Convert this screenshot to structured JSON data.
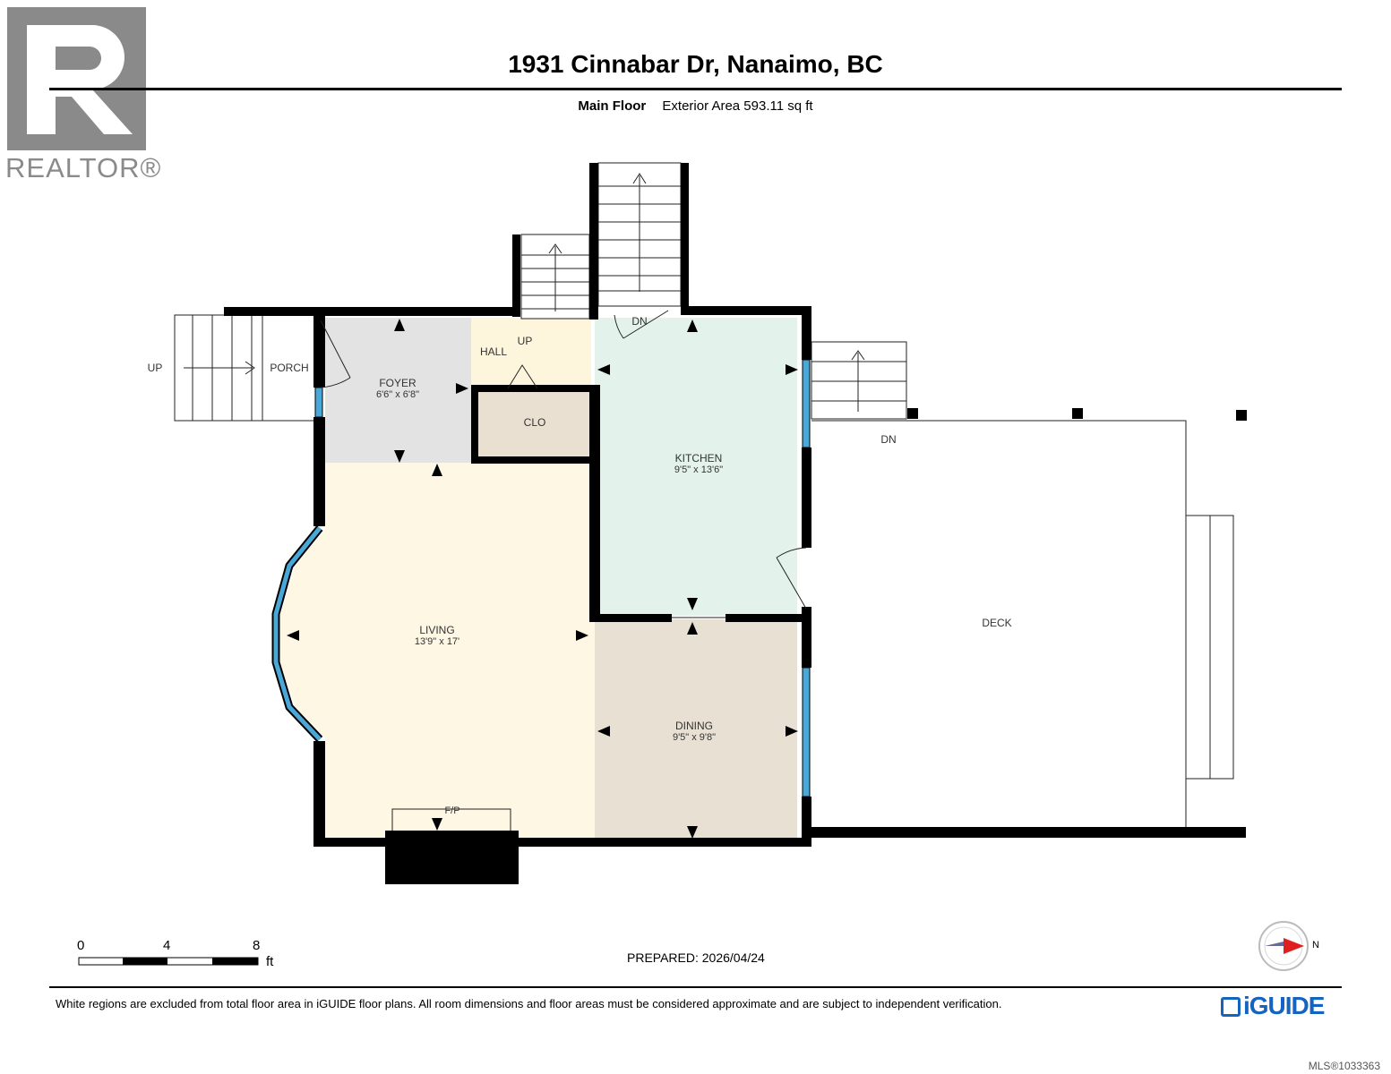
{
  "header": {
    "title": "1931 Cinnabar Dr, Nanaimo, BC",
    "floor_label": "Main Floor",
    "area_text": "Exterior Area 593.11 sq ft"
  },
  "logo": {
    "brand": "REALTOR®"
  },
  "rooms": {
    "foyer": {
      "name": "FOYER",
      "dims": "6'6\" x 6'8\""
    },
    "hall": {
      "name": "HALL"
    },
    "clo": {
      "name": "CLO"
    },
    "kitchen": {
      "name": "KITCHEN",
      "dims": "9'5\" x 13'6\""
    },
    "living": {
      "name": "LIVING",
      "dims": "13'9\" x 17'"
    },
    "dining": {
      "name": "DINING",
      "dims": "9'5\" x 9'8\""
    },
    "porch": {
      "name": "PORCH"
    },
    "deck": {
      "name": "DECK"
    }
  },
  "labels": {
    "up_left": "UP",
    "up_hall": "UP",
    "dn_top": "DN",
    "dn_deck": "DN",
    "fp": "F/P"
  },
  "scale": {
    "labels": [
      "0",
      "4",
      "8"
    ],
    "unit": "ft"
  },
  "compass": {
    "label": "N"
  },
  "footer": {
    "prepared": "PREPARED: 2026/04/24",
    "disclaimer": "White regions are excluded from total floor area in iGUIDE floor plans. All room dimensions and floor areas must be considered approximate and are subject to independent verification.",
    "brand": "iGUIDE",
    "mls": "MLS®1033363"
  },
  "colors": {
    "foyer": "#e3e3e3",
    "hall": "#fdf6dc",
    "clo": "#e9e0d2",
    "kitchen": "#e3f2ea",
    "living": "#fdf7e4",
    "dining": "#e8e0d3",
    "window": "#4aa8d8",
    "compass_arrow": "#e02020"
  }
}
